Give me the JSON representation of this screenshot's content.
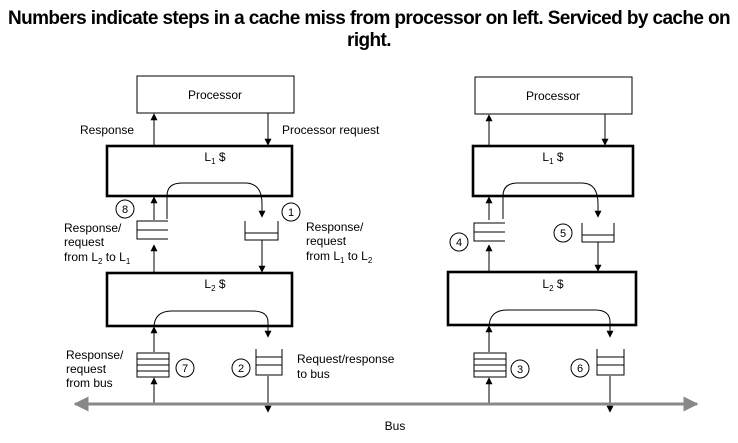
{
  "title": "Numbers indicate steps in a cache miss from processor on left. Serviced by cache on right.",
  "left": {
    "processor_label": "Processor",
    "l1_label": {
      "main": "L",
      "sub": "1",
      "suffix": " $"
    },
    "l2_label": {
      "main": "L",
      "sub": "2",
      "suffix": " $"
    },
    "response_label": "Response",
    "processor_request_label": "Processor request",
    "l2_to_l1": {
      "line1": "Response/",
      "line2": "request",
      "line3_prefix": "from L",
      "sub_a": "2",
      "mid": " to L",
      "sub_b": "1"
    },
    "l1_to_l2": {
      "line1": "Response/",
      "line2": "request",
      "line3_prefix": "from L",
      "sub_a": "1",
      "mid": " to L",
      "sub_b": "2"
    },
    "from_bus": {
      "line1": "Response/",
      "line2": "request",
      "line3": "from bus"
    },
    "to_bus": {
      "line1": "Request/response",
      "line2": "to bus"
    }
  },
  "right": {
    "processor_label": "Processor",
    "l1_label": {
      "main": "L",
      "sub": "1",
      "suffix": " $"
    },
    "l2_label": {
      "main": "L",
      "sub": "2",
      "suffix": " $"
    }
  },
  "steps": {
    "s1": "1",
    "s2": "2",
    "s3": "3",
    "s4": "4",
    "s5": "5",
    "s6": "6",
    "s7": "7",
    "s8": "8"
  },
  "bus_label": "Bus",
  "colors": {
    "bus": "#888888",
    "line": "#000000"
  }
}
